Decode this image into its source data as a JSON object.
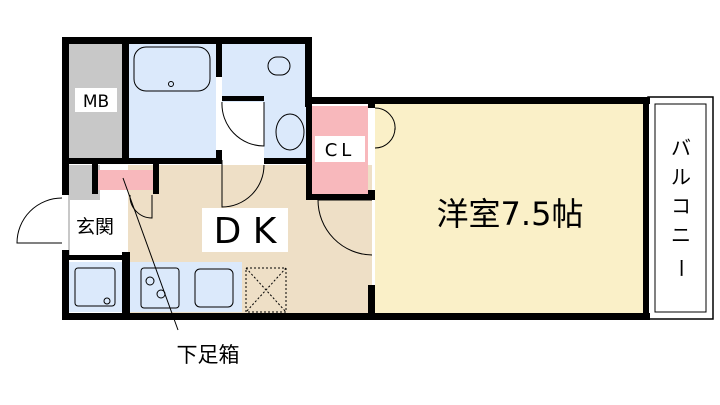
{
  "rooms": {
    "mb": "MB",
    "cl": "CL",
    "genkan": "玄関",
    "dk": "D K",
    "western_room": "洋室7.5帖",
    "balcony": [
      "バ",
      "ル",
      "コ",
      "ニ",
      "ー"
    ]
  },
  "annotations": {
    "shoe_cabinet": "下足箱"
  },
  "colors": {
    "wall": "#000000",
    "wet_area": "#dbe9fb",
    "storage": "#c8c8c8",
    "closet": "#f8b8bc",
    "dk_floor": "#eedfc6",
    "western_floor": "#faf0c8"
  }
}
